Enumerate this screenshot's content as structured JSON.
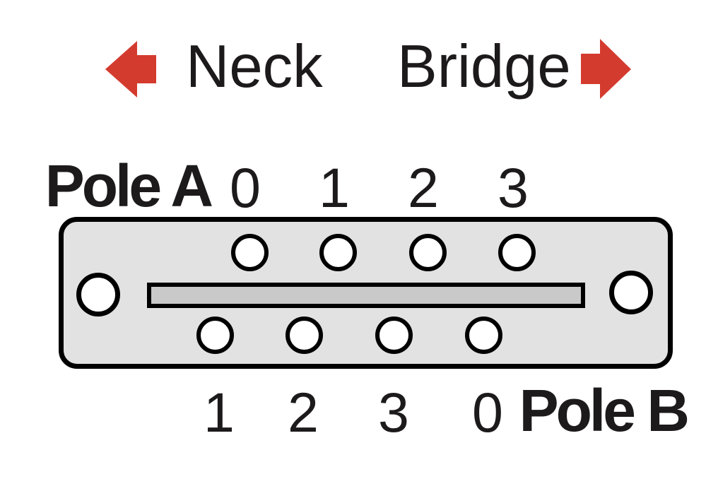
{
  "diagram": {
    "direction": {
      "neck_label": "Neck",
      "bridge_label": "Bridge",
      "neck_arrow_icon": "arrow-left",
      "bridge_arrow_icon": "arrow-right"
    },
    "pole_a": {
      "label": "Pole A",
      "terminal_numbers": [
        "0",
        "1",
        "2",
        "3"
      ]
    },
    "pole_b": {
      "label": "Pole B",
      "terminal_numbers": [
        "1",
        "2",
        "3",
        "0"
      ]
    },
    "colors": {
      "arrow_red": "#d43b2f",
      "body_fill": "#e2e2e2",
      "slot_fill": "#c9c9c9",
      "hole_fill": "#ffffff",
      "outline": "#000000",
      "text": "#1c1a1b"
    }
  }
}
